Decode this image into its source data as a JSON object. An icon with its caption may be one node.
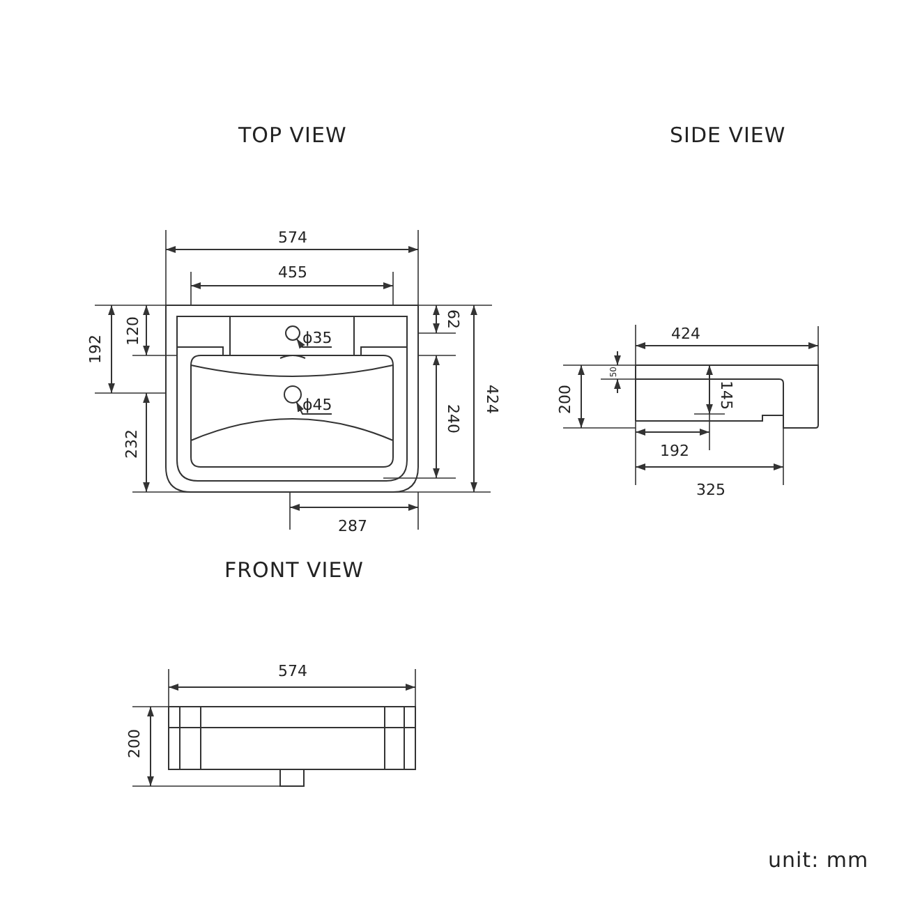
{
  "diagram": {
    "nodes": [
      {
        "text": [
          "ϕ35"
        ]
      },
      {
        "text": [],
        "shape": "circle"
      },
      {
        "text": [
          "ϕ45"
        ]
      },
      {
        "text": [],
        "shape": "circle"
      }
    ],
    "edges": [
      {
        "from": 0,
        "to": 1,
        "arrow": "to"
      },
      {
        "from": 2,
        "to": 3,
        "arrow": "to"
      }
    ],
    "labels": [
      "TOP VIEW",
      "SIDE VIEW",
      "574",
      "455",
      "62",
      "424",
      "120",
      "192",
      "50",
      "200",
      "424",
      "145",
      "240",
      "232",
      "192",
      "325",
      "287",
      "FRONT VIEW",
      "574",
      "200",
      "unit: mm"
    ]
  }
}
